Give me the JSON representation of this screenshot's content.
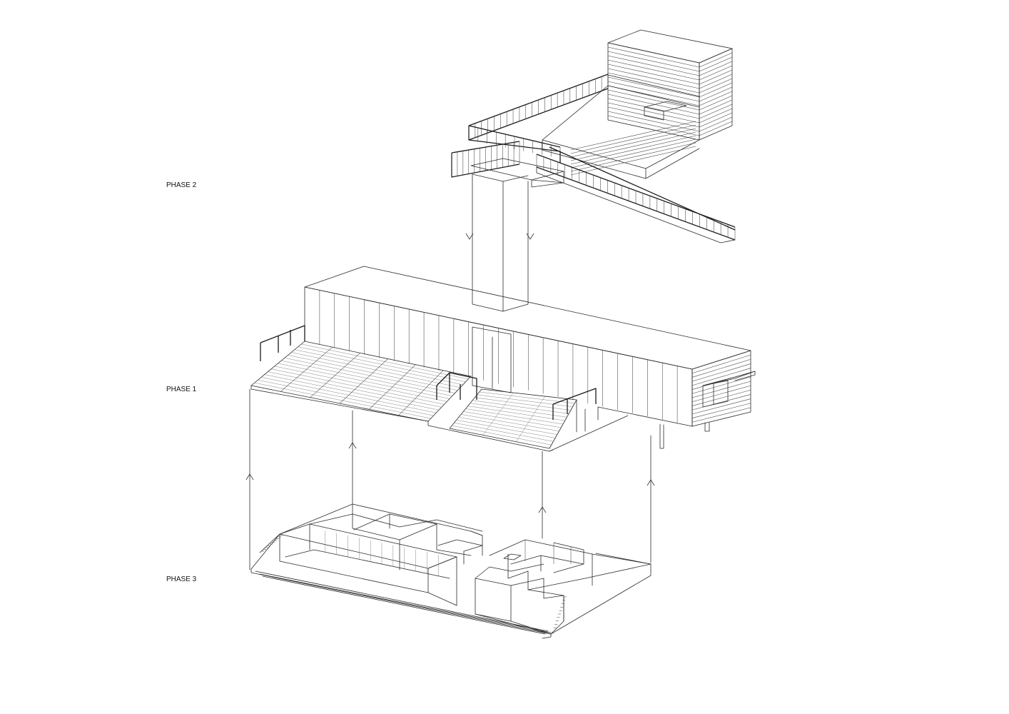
{
  "diagram": {
    "labels": {
      "phase2": "PHASE 2",
      "phase1": "PHASE 1",
      "phase3": "PHASE 3"
    },
    "colors": {
      "line": "#2a2a2a",
      "background": "#ffffff"
    }
  }
}
